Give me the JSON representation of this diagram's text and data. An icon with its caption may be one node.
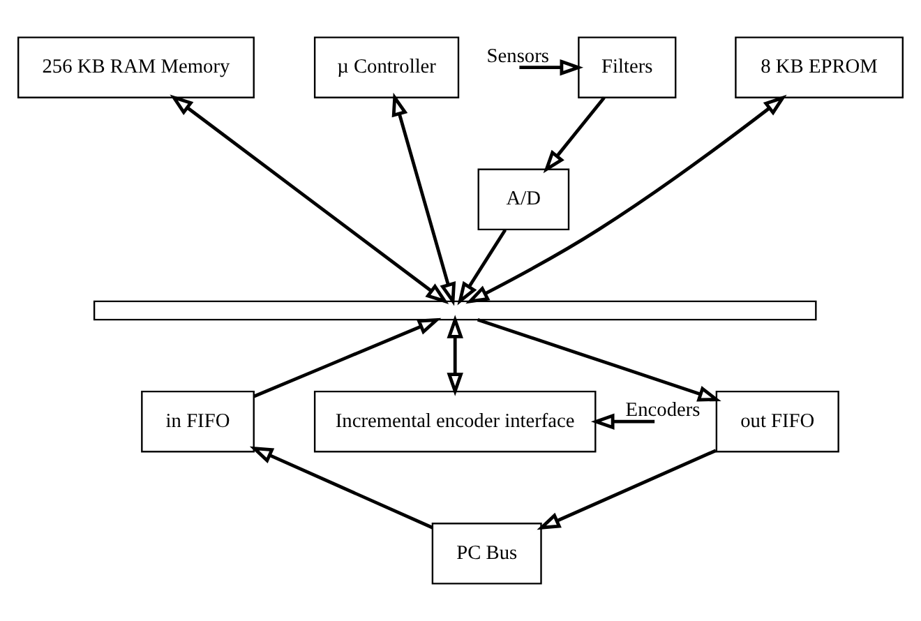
{
  "diagram": {
    "nodes": [
      {
        "text": [
          "Filters"
        ]
      },
      {
        "text": [
          "A/D"
        ]
      },
      {
        "text": [
          "µ Controller"
        ]
      },
      {
        "text": [
          "256 KB RAM Memory"
        ]
      },
      {
        "text": [
          "8 KB EPROM"
        ]
      },
      {
        "text": [],
        "shape": "bar"
      },
      {
        "text": [
          "out FIFO"
        ]
      },
      {
        "text": [
          "in FIFO"
        ]
      },
      {
        "text": [
          "Incremental encoder interface"
        ]
      },
      {
        "text": [
          "PC Bus"
        ]
      }
    ],
    "edges": [
      {
        "from": null,
        "to": 0,
        "arrow": "to",
        "label": "Sensors"
      },
      {
        "from": 0,
        "to": 1,
        "arrow": "to"
      },
      {
        "from": 1,
        "to": 5,
        "arrow": "to"
      },
      {
        "from": 2,
        "to": 5,
        "arrow": "both"
      },
      {
        "from": 3,
        "to": 5,
        "arrow": "both"
      },
      {
        "from": 4,
        "to": 5,
        "arrow": "both"
      },
      {
        "from": 5,
        "to": 8,
        "arrow": "both"
      },
      {
        "from": 5,
        "to": 6,
        "arrow": "to"
      },
      {
        "from": 7,
        "to": 5,
        "arrow": "to"
      },
      {
        "from": null,
        "to": 8,
        "arrow": "to",
        "label": "Encoders"
      },
      {
        "from": 6,
        "to": 9,
        "arrow": "to"
      },
      {
        "from": 9,
        "to": 7,
        "arrow": "to"
      }
    ]
  }
}
